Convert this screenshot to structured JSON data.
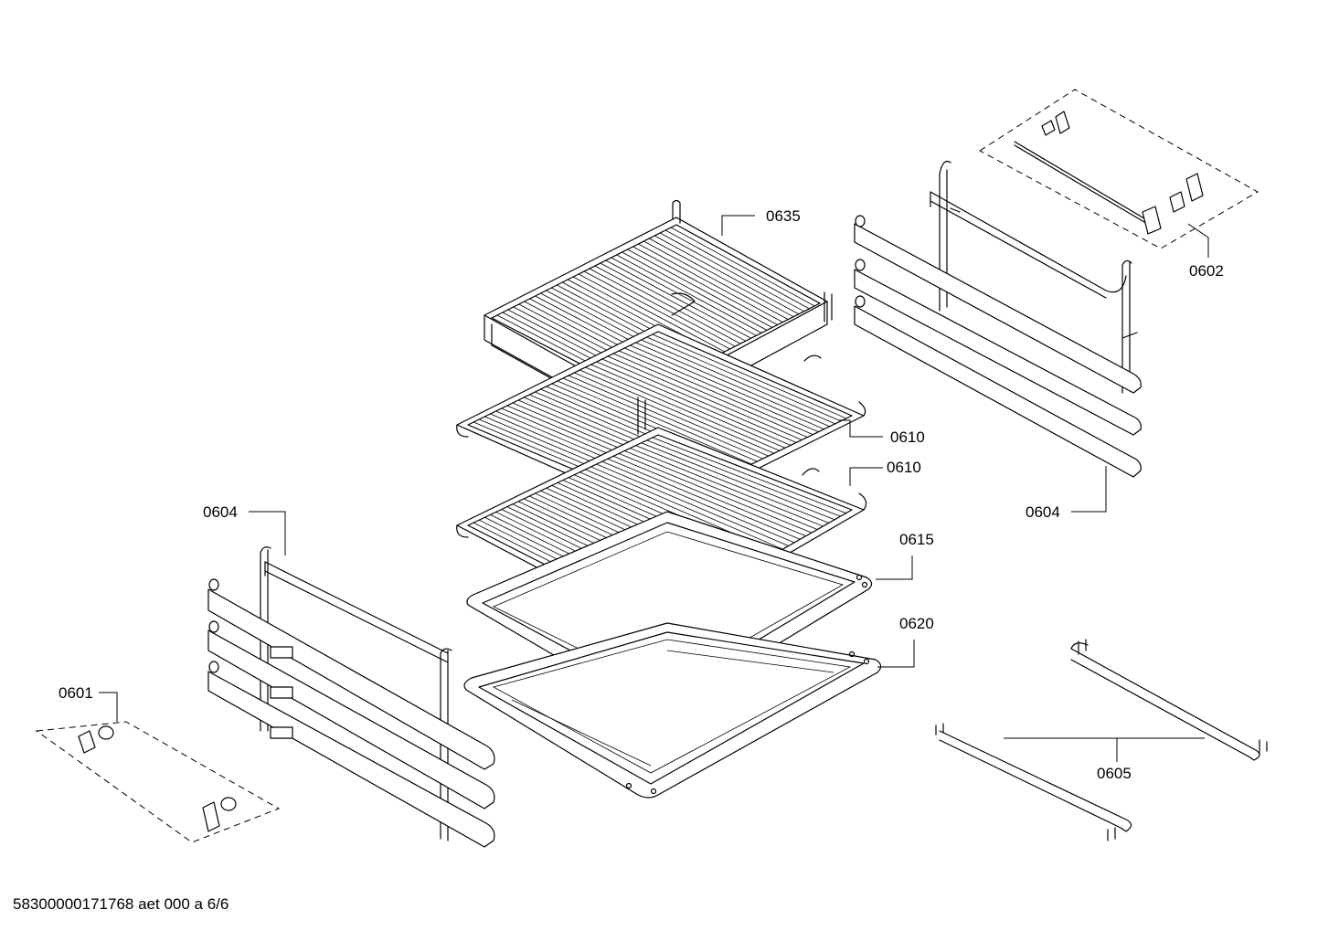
{
  "callouts": [
    {
      "id": "c0635",
      "label": "0635"
    },
    {
      "id": "c0602",
      "label": "0602"
    },
    {
      "id": "c0610a",
      "label": "0610"
    },
    {
      "id": "c0610b",
      "label": "0610"
    },
    {
      "id": "c0604r",
      "label": "0604"
    },
    {
      "id": "c0604l",
      "label": "0604"
    },
    {
      "id": "c0615",
      "label": "0615"
    },
    {
      "id": "c0620",
      "label": "0620"
    },
    {
      "id": "c0601",
      "label": "0601"
    },
    {
      "id": "c0605",
      "label": "0605"
    }
  ],
  "footer": {
    "document_id": "58300000171768 aet 000 a 6/6"
  },
  "style": {
    "line_color": "#000000",
    "background": "#ffffff"
  }
}
